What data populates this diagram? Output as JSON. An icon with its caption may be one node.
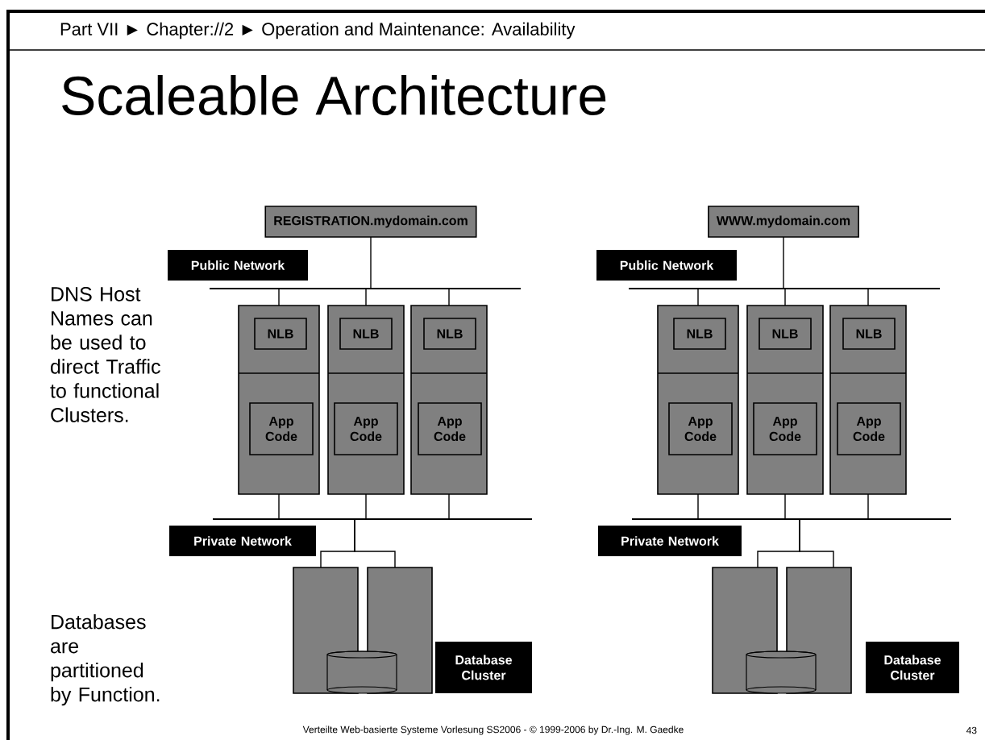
{
  "diagram": {
    "title": "Scaleable Architecture",
    "nodes": [
      {
        "text": [
          "REGISTRATION.mydomain.com"
        ]
      },
      {
        "text": [],
        "shape": "bar"
      },
      {
        "text": [],
        "shape": "box"
      },
      {
        "text": [
          "NLB"
        ],
        "in": 2
      },
      {
        "text": [
          "App Code"
        ],
        "in": 2
      },
      {
        "text": [],
        "shape": "box"
      },
      {
        "text": [
          "NLB"
        ],
        "in": 5
      },
      {
        "text": [
          "App Code"
        ],
        "in": 5
      },
      {
        "text": [],
        "shape": "box"
      },
      {
        "text": [
          "NLB"
        ],
        "in": 8
      },
      {
        "text": [
          "App Code"
        ],
        "in": 8
      },
      {
        "text": [],
        "shape": "bar"
      },
      {
        "text": [],
        "shape": "box"
      },
      {
        "text": [],
        "shape": "box"
      },
      {
        "text": [],
        "shape": "cylinder"
      },
      {
        "text": [
          "WWW.mydomain.com"
        ]
      },
      {
        "text": [],
        "shape": "bar"
      },
      {
        "text": [],
        "shape": "box"
      },
      {
        "text": [
          "NLB"
        ],
        "in": 17
      },
      {
        "text": [
          "App Code"
        ],
        "in": 17
      },
      {
        "text": [],
        "shape": "box"
      },
      {
        "text": [
          "NLB"
        ],
        "in": 20
      },
      {
        "text": [
          "App Code"
        ],
        "in": 20
      },
      {
        "text": [],
        "shape": "box"
      },
      {
        "text": [
          "NLB"
        ],
        "in": 23
      },
      {
        "text": [
          "App Code"
        ],
        "in": 23
      },
      {
        "text": [],
        "shape": "bar"
      },
      {
        "text": [],
        "shape": "box"
      },
      {
        "text": [],
        "shape": "box"
      },
      {
        "text": [],
        "shape": "cylinder"
      }
    ],
    "edges": [
      {
        "from": 0,
        "to": 1,
        "arrow": "none"
      },
      {
        "from": 1,
        "to": 2,
        "arrow": "none"
      },
      {
        "from": 1,
        "to": 5,
        "arrow": "none"
      },
      {
        "from": 1,
        "to": 8,
        "arrow": "none"
      },
      {
        "from": 2,
        "to": 11,
        "arrow": "none"
      },
      {
        "from": 5,
        "to": 11,
        "arrow": "none"
      },
      {
        "from": 8,
        "to": 11,
        "arrow": "none"
      },
      {
        "from": 11,
        "to": 12,
        "arrow": "none"
      },
      {
        "from": 11,
        "to": 13,
        "arrow": "none"
      },
      {
        "from": 15,
        "to": 16,
        "arrow": "none"
      },
      {
        "from": 16,
        "to": 17,
        "arrow": "none"
      },
      {
        "from": 16,
        "to": 20,
        "arrow": "none"
      },
      {
        "from": 16,
        "to": 23,
        "arrow": "none"
      },
      {
        "from": 17,
        "to": 26,
        "arrow": "none"
      },
      {
        "from": 20,
        "to": 26,
        "arrow": "none"
      },
      {
        "from": 23,
        "to": 26,
        "arrow": "none"
      },
      {
        "from": 26,
        "to": 27,
        "arrow": "none"
      },
      {
        "from": 26,
        "to": 28,
        "arrow": "none"
      }
    ],
    "labels": [
      "Part VII ► Chapter://2 ► Operation and Maintenance: Availability",
      "Public Network",
      "Public Network",
      "DNS Host Names can be used to direct Traffic to functional Clusters.",
      "Private Network",
      "Private Network",
      "Databases are partitioned by Function.",
      "Database Cluster",
      "Database Cluster",
      "Verteilte Web-basierte Systeme Vorlesung SS2006 - © 1999-2006 by Dr.-Ing. M. Gaedke",
      "43"
    ]
  }
}
